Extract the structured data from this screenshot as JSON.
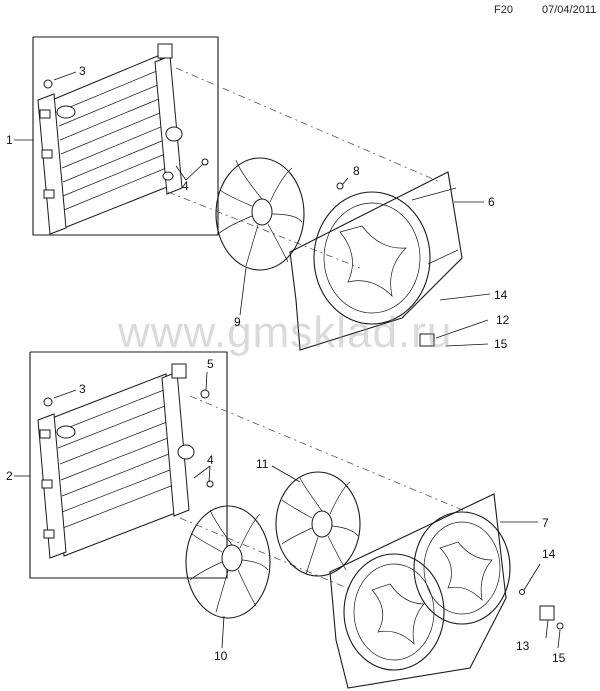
{
  "header": {
    "code": "F20",
    "date": "07/04/2011"
  },
  "watermark": "www.gmsklad.ru",
  "callouts": [
    {
      "id": "c1a",
      "text": "1"
    },
    {
      "id": "c2a",
      "text": "2"
    },
    {
      "id": "c3a",
      "text": "3"
    },
    {
      "id": "c3b",
      "text": "3"
    },
    {
      "id": "c4a",
      "text": "4"
    },
    {
      "id": "c4b",
      "text": "4"
    },
    {
      "id": "c5",
      "text": "5"
    },
    {
      "id": "c6",
      "text": "6"
    },
    {
      "id": "c7",
      "text": "7"
    },
    {
      "id": "c8",
      "text": "8"
    },
    {
      "id": "c9",
      "text": "9"
    },
    {
      "id": "c10",
      "text": "10"
    },
    {
      "id": "c11",
      "text": "11"
    },
    {
      "id": "c12",
      "text": "12"
    },
    {
      "id": "c13",
      "text": "13"
    },
    {
      "id": "c14a",
      "text": "14"
    },
    {
      "id": "c14b",
      "text": "14"
    },
    {
      "id": "c15a",
      "text": "15"
    },
    {
      "id": "c15b",
      "text": "15"
    }
  ]
}
